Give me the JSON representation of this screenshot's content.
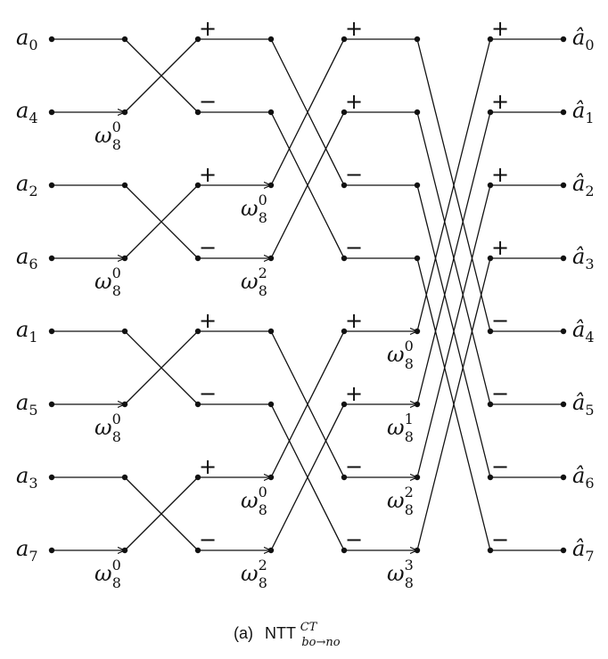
{
  "inputs": [
    {
      "base": "a",
      "sub": "0"
    },
    {
      "base": "a",
      "sub": "4"
    },
    {
      "base": "a",
      "sub": "2"
    },
    {
      "base": "a",
      "sub": "6"
    },
    {
      "base": "a",
      "sub": "1"
    },
    {
      "base": "a",
      "sub": "5"
    },
    {
      "base": "a",
      "sub": "3"
    },
    {
      "base": "a",
      "sub": "7"
    }
  ],
  "outputs": [
    {
      "base": "â",
      "sub": "0"
    },
    {
      "base": "â",
      "sub": "1"
    },
    {
      "base": "â",
      "sub": "2"
    },
    {
      "base": "â",
      "sub": "3"
    },
    {
      "base": "â",
      "sub": "4"
    },
    {
      "base": "â",
      "sub": "5"
    },
    {
      "base": "â",
      "sub": "6"
    },
    {
      "base": "â",
      "sub": "7"
    }
  ],
  "plus_sign": "+",
  "minus_sign": "−",
  "twiddle_base": "ω",
  "twiddle_sub": "8",
  "stages": [
    {
      "butterflies": [
        [
          0,
          1
        ],
        [
          2,
          3
        ],
        [
          4,
          5
        ],
        [
          6,
          7
        ]
      ],
      "twiddles": [
        {
          "lane": 1,
          "exp": "0"
        },
        {
          "lane": 3,
          "exp": "0"
        },
        {
          "lane": 5,
          "exp": "0"
        },
        {
          "lane": 7,
          "exp": "0"
        }
      ]
    },
    {
      "butterflies": [
        [
          0,
          2
        ],
        [
          1,
          3
        ],
        [
          4,
          6
        ],
        [
          5,
          7
        ]
      ],
      "twiddles": [
        {
          "lane": 2,
          "exp": "0"
        },
        {
          "lane": 3,
          "exp": "2"
        },
        {
          "lane": 6,
          "exp": "0"
        },
        {
          "lane": 7,
          "exp": "2"
        }
      ]
    },
    {
      "butterflies": [
        [
          0,
          4
        ],
        [
          1,
          5
        ],
        [
          2,
          6
        ],
        [
          3,
          7
        ]
      ],
      "twiddles": [
        {
          "lane": 4,
          "exp": "0"
        },
        {
          "lane": 5,
          "exp": "1"
        },
        {
          "lane": 6,
          "exp": "2"
        },
        {
          "lane": 7,
          "exp": "3"
        }
      ]
    }
  ],
  "caption": {
    "prefix": "(a)",
    "name": "NTT",
    "superscript": "CT",
    "subscript": "bo→no"
  }
}
